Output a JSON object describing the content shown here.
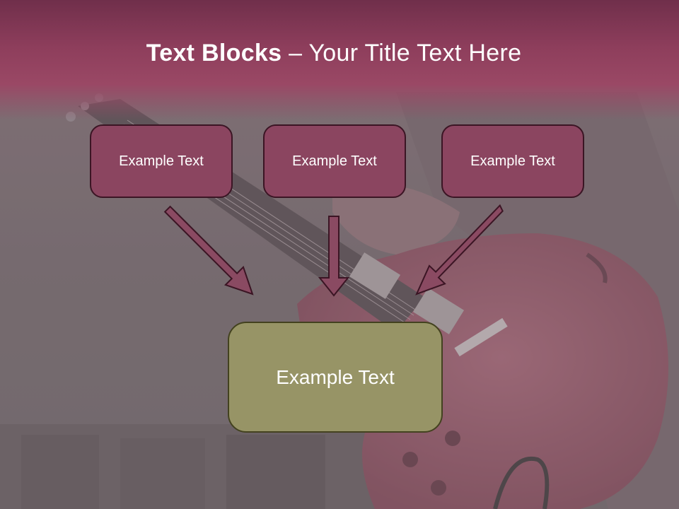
{
  "slide": {
    "title_bold": "Text Blocks",
    "title_rest": " – Your Title Text Here",
    "boxes": [
      "Example Text",
      "Example Text",
      "Example Text"
    ],
    "center_box": "Example Text"
  },
  "colors": {
    "title_band": "#8e3e5c",
    "small_box_fill": "#8b4560",
    "small_box_border": "#3b1524",
    "center_box_fill": "#979466",
    "center_box_border": "#43421f",
    "arrow_fill": "#8a4a62"
  }
}
